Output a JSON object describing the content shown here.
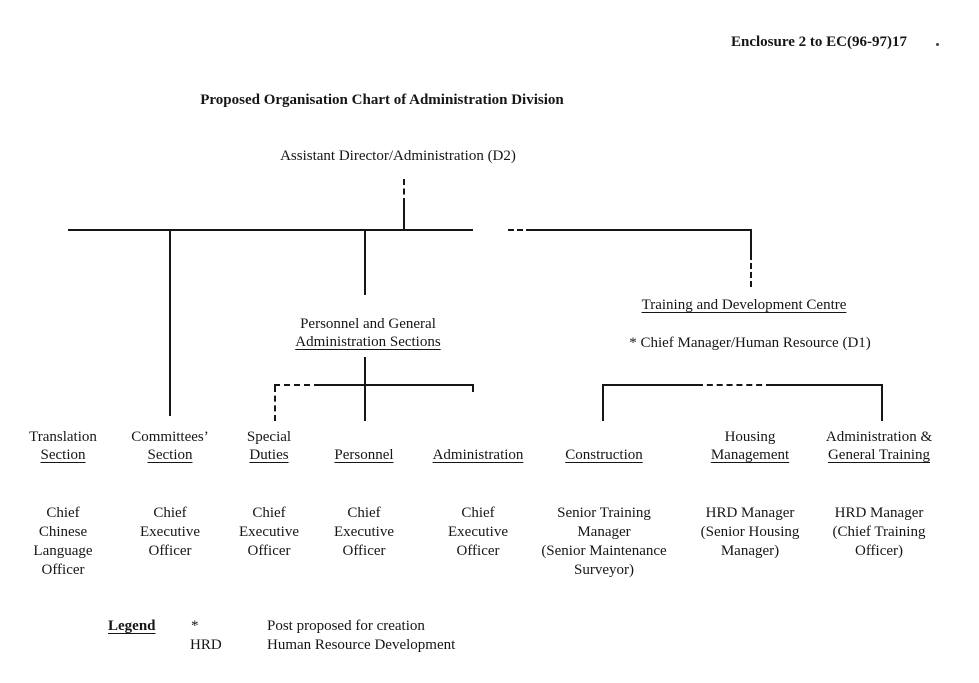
{
  "header": {
    "enclosure": "Enclosure 2 to EC(96-97)17",
    "title": "Proposed Organisation Chart of Administration Division"
  },
  "org": {
    "root": "Assistant Director/Administration (D2)",
    "personnel_group": {
      "line1": "Personnel and General",
      "line2": "Administration Sections"
    },
    "training_centre": {
      "title": "Training and Development Centre",
      "head": "* Chief Manager/Human Resource (D1)"
    },
    "sections": [
      {
        "label1": "Translation",
        "label2": "Section",
        "post1": "Chief",
        "post2": "Chinese",
        "post3": "Language",
        "post4": "Officer"
      },
      {
        "label1": "Committees’",
        "label2": "Section",
        "post1": "Chief",
        "post2": "Executive",
        "post3": "Officer",
        "post4": ""
      },
      {
        "label1": "Special",
        "label2": "Duties",
        "post1": "Chief",
        "post2": "Executive",
        "post3": "Officer",
        "post4": ""
      },
      {
        "label1": "",
        "label2": "Personnel",
        "post1": "Chief",
        "post2": "Executive",
        "post3": "Officer",
        "post4": ""
      },
      {
        "label1": "",
        "label2": "Administration",
        "post1": "Chief",
        "post2": "Executive",
        "post3": "Officer",
        "post4": ""
      },
      {
        "label1": "",
        "label2": "Construction",
        "post1": "Senior Training",
        "post2": "Manager",
        "post3": "(Senior Maintenance",
        "post4": "Surveyor)"
      },
      {
        "label1": "Housing",
        "label2": "Management",
        "post1": "HRD Manager",
        "post2": "(Senior Housing",
        "post3": "Manager)",
        "post4": ""
      },
      {
        "label1": "Administration &",
        "label2": "General Training",
        "post1": "HRD Manager",
        "post2": "(Chief Training",
        "post3": "Officer)",
        "post4": ""
      }
    ]
  },
  "legend": {
    "heading": "Legend",
    "entries": [
      {
        "symbol": "*",
        "text": "Post proposed for creation"
      },
      {
        "symbol": "HRD",
        "text": "Human Resource Development"
      }
    ]
  }
}
